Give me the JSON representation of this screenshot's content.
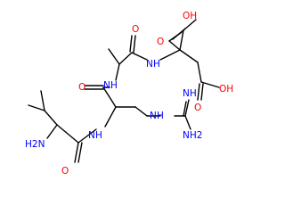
{
  "molecule": {
    "atom_labels": {
      "o_val": "O",
      "h2n_val": "H2N",
      "nh_val_arg": "N",
      "h_val_arg": "H",
      "o_arg": "O",
      "nh_arg_ala": "N",
      "h_arg_ala": "H",
      "o_ala": "O",
      "nh_ala_glu": "N",
      "h_ala_glu": "H",
      "o_cooh_a": "O",
      "oh_cooh_a": "OH",
      "o_cooh_side": "O",
      "oh_cooh_side": "OH",
      "nh_guan": "N",
      "h_guan": "H",
      "nh_guan_imine": "NH",
      "nh2_guan": "NH2"
    },
    "colors": {
      "bond": "#000000",
      "oxygen": "#ff0000",
      "nitrogen": "#0000ff"
    }
  }
}
